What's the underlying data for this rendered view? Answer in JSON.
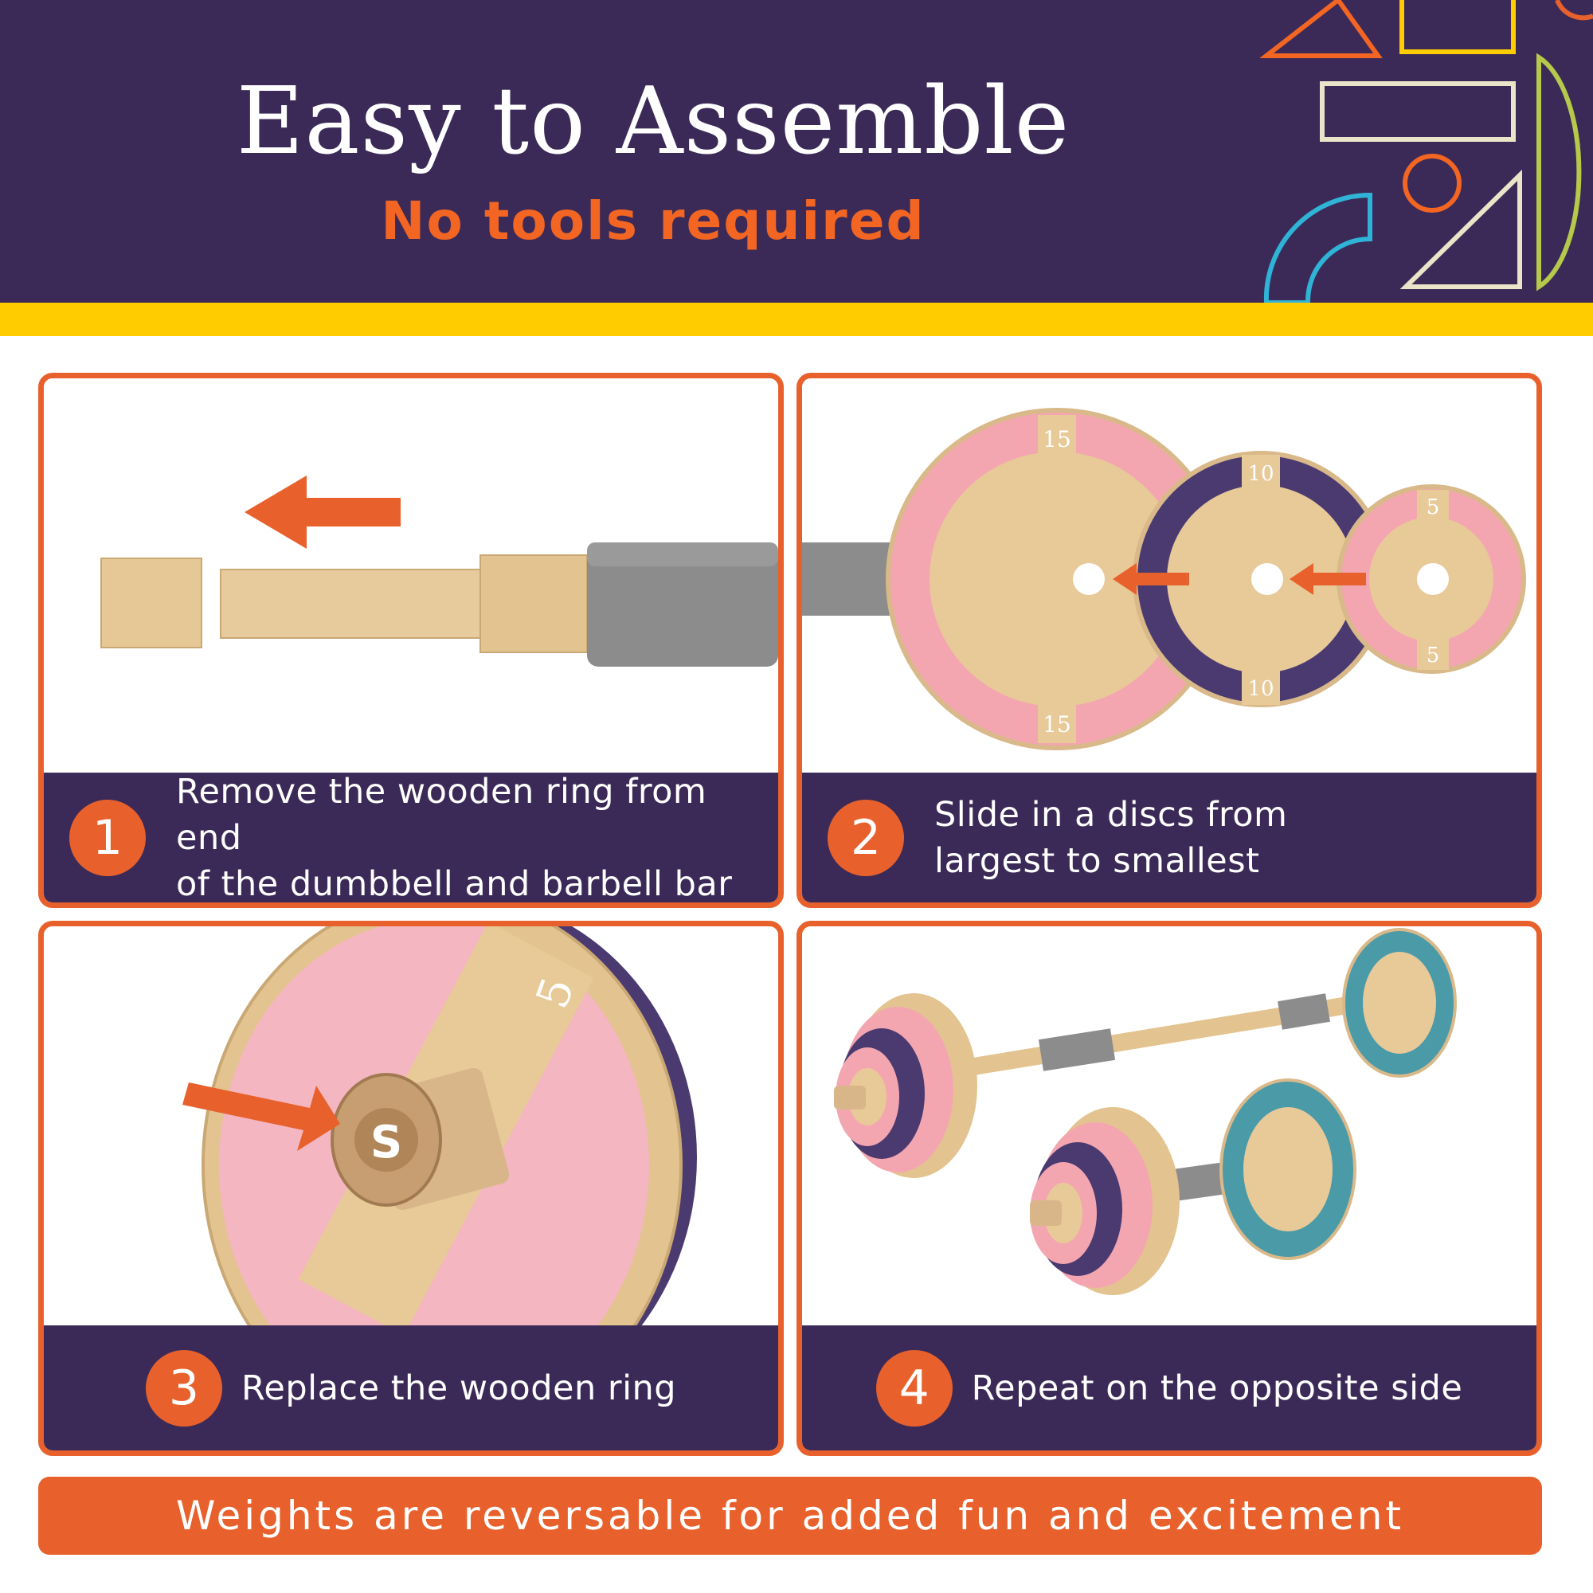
{
  "header": {
    "title": "Easy to Assemble",
    "subtitle": "No tools required"
  },
  "colors": {
    "header_bg": "#3b2a57",
    "accent_orange": "#e8612c",
    "stripe_yellow": "#ffcc00",
    "disc_pink": "#f4a6b0",
    "disc_purple": "#4a3a70",
    "disc_teal": "#4a9aa8",
    "wood": "#e8c998",
    "grip_grey": "#8a8a8a"
  },
  "steps": [
    {
      "number": "1",
      "text_line1": "Remove the wooden ring from end",
      "text_line2": "of the dumbbell and barbell bar"
    },
    {
      "number": "2",
      "text_line1": "Slide in a discs from",
      "text_line2": "largest to smallest"
    },
    {
      "number": "3",
      "text": "Replace the wooden ring"
    },
    {
      "number": "4",
      "text": "Repeat on the opposite side"
    }
  ],
  "disc_labels": {
    "large": "15",
    "medium": "10",
    "small": "5",
    "logo": "S"
  },
  "footer": {
    "text": "Weights are reversable for added fun and excitement"
  }
}
